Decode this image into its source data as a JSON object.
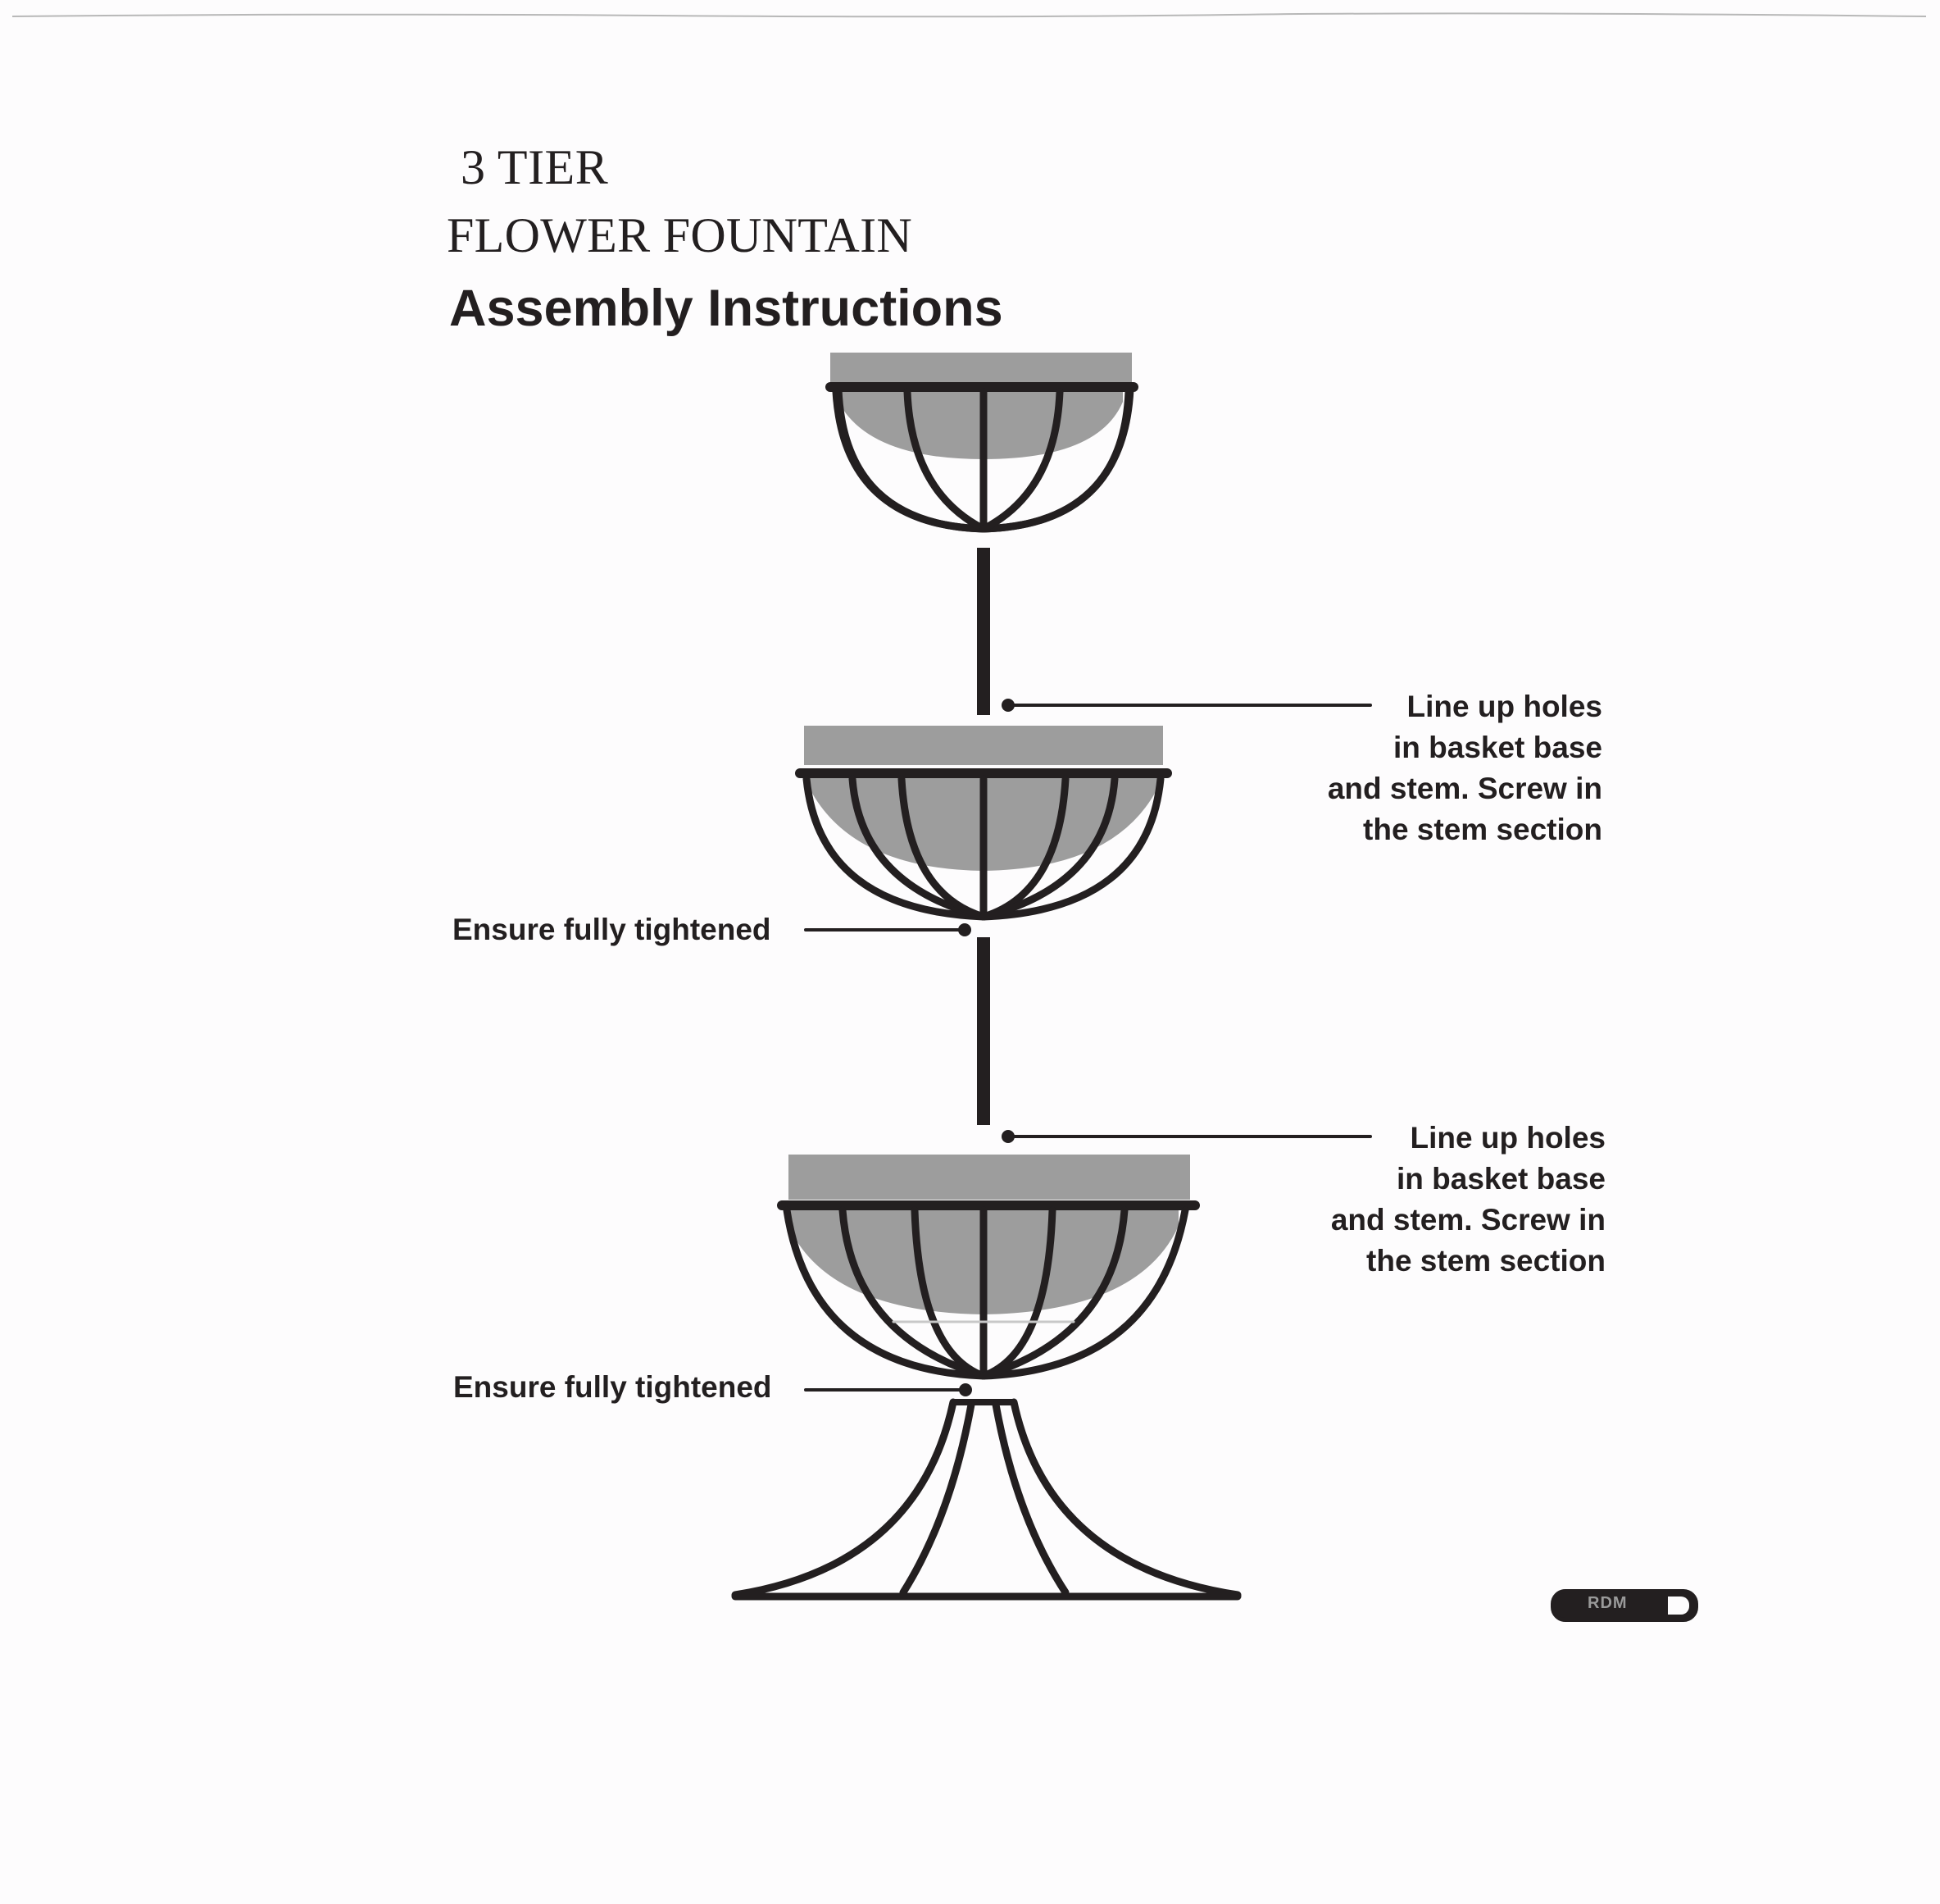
{
  "title": {
    "line1": "3 TIER",
    "line2": "FLOWER FOUNTAIN",
    "subtitle": "Assembly Instructions"
  },
  "callouts": {
    "right_upper": [
      "Line up holes",
      "in basket base",
      "and stem. Screw in",
      "the stem section"
    ],
    "right_lower": [
      "Line up holes",
      "in basket base",
      "and stem. Screw in",
      "the stem section"
    ],
    "left_upper": "Ensure fully tightened",
    "left_lower": "Ensure fully tightened"
  },
  "logo": {
    "text": "RDM"
  },
  "colors": {
    "ink": "#231f20",
    "basket_fill": "#9d9d9d",
    "paper": "#fdfcfd"
  }
}
